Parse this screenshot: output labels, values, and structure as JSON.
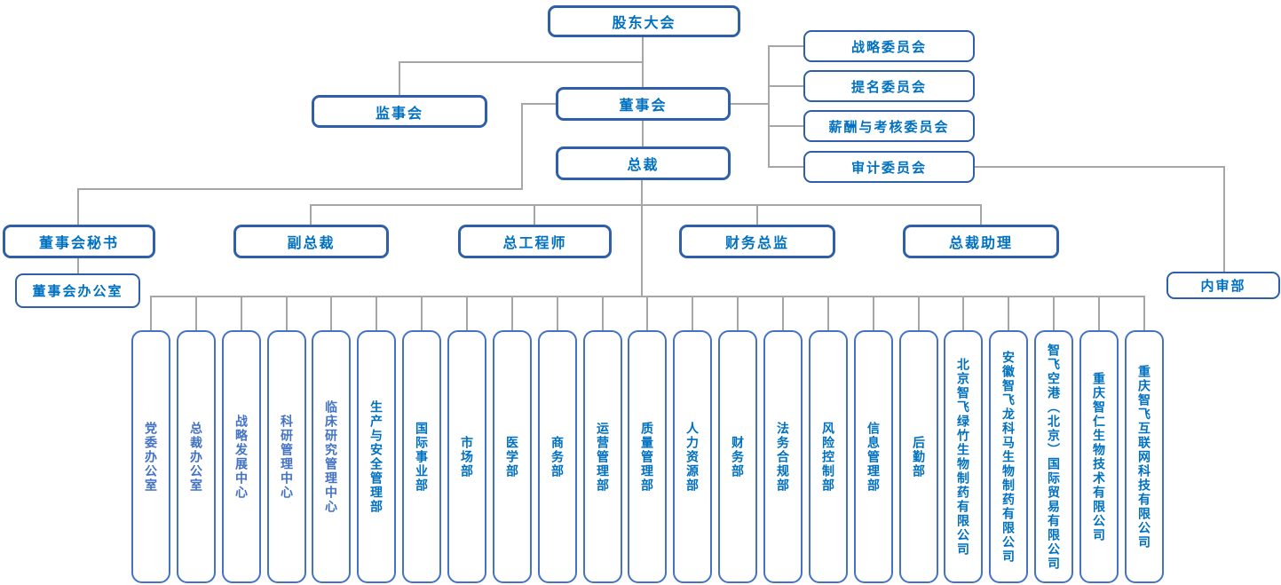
{
  "nodes": {
    "shareholders_meeting": "股东大会",
    "supervisory_board": "监事会",
    "board_of_directors": "董事会",
    "president": "总裁",
    "board_office": "董事会办公室",
    "internal_audit_dept": "内审部"
  },
  "committees": [
    {
      "label": "战略委员会"
    },
    {
      "label": "提名委员会"
    },
    {
      "label": "薪酬与考核委员会"
    },
    {
      "label": "审计委员会"
    }
  ],
  "executives": [
    {
      "label": "董事会秘书"
    },
    {
      "label": "副总裁"
    },
    {
      "label": "总工程师"
    },
    {
      "label": "财务总监"
    },
    {
      "label": "总裁助理"
    }
  ],
  "departments": [
    {
      "label": "党委办公室",
      "muted": true
    },
    {
      "label": "总裁办公室",
      "muted": true
    },
    {
      "label": "战略发展中心",
      "muted": true
    },
    {
      "label": "科研管理中心",
      "muted": true
    },
    {
      "label": "临床研究管理中心",
      "muted": true
    },
    {
      "label": "生产与安全管理部",
      "muted": false
    },
    {
      "label": "国际事业部",
      "muted": false
    },
    {
      "label": "市场部",
      "muted": false
    },
    {
      "label": "医学部",
      "muted": false
    },
    {
      "label": "商务部",
      "muted": false
    },
    {
      "label": "运营管理部",
      "muted": false
    },
    {
      "label": "质量管理部",
      "muted": false
    },
    {
      "label": "人力资源部",
      "muted": false
    },
    {
      "label": "财务部",
      "muted": false
    },
    {
      "label": "法务合规部",
      "muted": false
    },
    {
      "label": "风险控制部",
      "muted": false
    },
    {
      "label": "信息管理部",
      "muted": false
    },
    {
      "label": "后勤部",
      "muted": false
    },
    {
      "label": "北京智飞绿竹生物制药有限公司",
      "muted": false
    },
    {
      "label": "安徽智飞龙科马生物制药有限公司",
      "muted": false
    },
    {
      "label": "智飞空港（北京）国际贸易有限公司",
      "muted": false
    },
    {
      "label": "重庆智仁生物技术有限公司",
      "muted": false
    },
    {
      "label": "重庆智飞互联网科技有限公司",
      "muted": false
    }
  ],
  "colors": {
    "text_blue": "#0070C0",
    "text_muted_blue": "#4472C4",
    "border_dark_blue": "#2E5FA8",
    "border_light_blue": "#4472C4",
    "connector_gray": "#A6A6A6",
    "background": "#FFFFFF"
  }
}
